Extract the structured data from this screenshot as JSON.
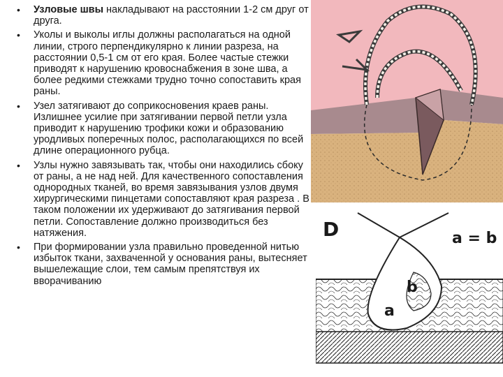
{
  "bullets": [
    {
      "bold": "Узловые швы",
      "text": " накладывают на расстоянии 1-2 см друг от друга."
    },
    {
      "bold": "",
      "text": "Уколы и выколы иглы должны располагаться на одной линии, строго перпендикулярно к линии разреза, на расстоянии 0,5-1 см от его края. Более частые стежки приводят к нарушению кровоснабжения в зоне шва, а более редкими стежками трудно точно сопоставить края раны."
    },
    {
      "bold": "",
      "text": "Узел затягивают до соприкосновения краев раны. Излишнее усилие при затягивании первой петли узла приводит к нарушению трофики кожи и образованию уродливых поперечных полос, располагающихся по всей длине операционного рубца."
    },
    {
      "bold": "",
      "text": "Узлы нужно завязывать так, чтобы они находились сбоку от раны, а не над ней. Для качественного сопоставления однородных тканей, во время завязывания узлов двумя хирургическими пинцетами сопоставляют края разреза . В таком положении их удерживают до затягивания первой петли. Сопоставление должно производиться без натяжения."
    },
    {
      "bold": "",
      "text": "При формировании узла правильно проведенной нитью избыток ткани, захваченной у основания раны, вытесняет вышележащие слои, тем самым препятствуя их вворачиванию"
    }
  ],
  "figure_bottom": {
    "panel_letter": "D",
    "equation": "a = b",
    "label_a": "a",
    "label_b": "b"
  },
  "colors": {
    "skin": "#f2b8bd",
    "dermis": "#a88a8e",
    "fat": "#d9b27e",
    "thread": "#f5f0e8"
  }
}
